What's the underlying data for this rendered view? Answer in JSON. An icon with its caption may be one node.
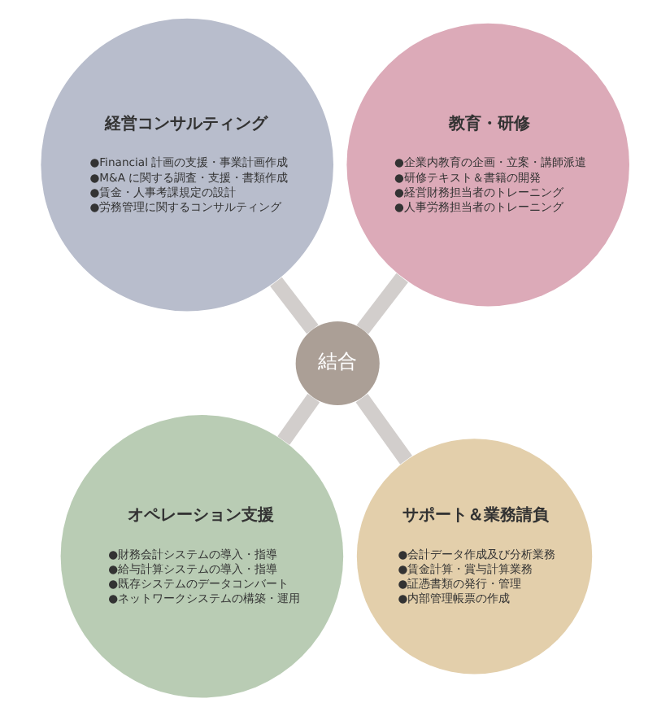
{
  "diagram": {
    "nodes": [
      {
        "text": [
          "経営コンサルティング",
          "●Financial 計画の支援・事業計画作成",
          "●M&A に関する調査・支援・書類作成",
          "●賃金・人事考課規定の設計",
          "●労務管理に関するコンサルティング"
        ]
      },
      {
        "text": [
          "教育・研修",
          "●企業内教育の企画・立案・講師派遣",
          "●研修テキスト＆書籍の開発",
          "●経営財務担当者のトレーニング",
          "●人事労務担当者のトレーニング"
        ]
      },
      {
        "text": [
          "結合"
        ]
      },
      {
        "text": [
          "オペレーション支援",
          "●財務会計システムの導入・指導",
          "●給与計算システムの導入・指導",
          "●既存システムのデータコンバート",
          "●ネットワークシステムの構築・運用"
        ]
      },
      {
        "text": [
          "サポート＆業務請負",
          "●会計データ作成及び分析業務",
          "●賃金計算・賞与計算業務",
          "●証憑書類の発行・管理",
          "●内部管理帳票の作成"
        ]
      }
    ],
    "edges": [
      {
        "from": 0,
        "to": 2,
        "arrow": "none"
      },
      {
        "from": 1,
        "to": 2,
        "arrow": "none"
      },
      {
        "from": 2,
        "to": 3,
        "arrow": "none"
      },
      {
        "from": 2,
        "to": 4,
        "arrow": "none"
      }
    ]
  }
}
